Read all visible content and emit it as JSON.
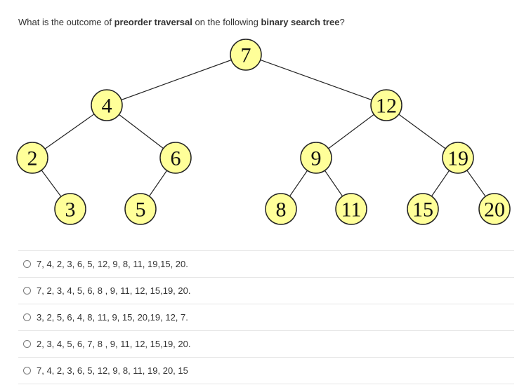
{
  "question": {
    "prefix": "What is the outcome of ",
    "bold1": "preorder traversal",
    "middle": " on the following ",
    "bold2": "binary search tree",
    "suffix": "?"
  },
  "tree": {
    "nodes": {
      "n7": "7",
      "n4": "4",
      "n12": "12",
      "n2": "2",
      "n6": "6",
      "n9": "9",
      "n19": "19",
      "n3": "3",
      "n5": "5",
      "n8": "8",
      "n11": "11",
      "n15": "15",
      "n20": "20"
    }
  },
  "options": [
    {
      "label": "7, 4, 2, 3, 6, 5, 12, 9, 8, 11, 19,15, 20."
    },
    {
      "label": "7, 2, 3, 4, 5, 6, 8 , 9, 11, 12, 15,19, 20."
    },
    {
      "label": "3, 2, 5, 6, 4, 8, 11, 9, 15, 20,19, 12, 7."
    },
    {
      "label": "2, 3, 4, 5, 6, 7, 8 , 9, 11, 12, 15,19, 20."
    },
    {
      "label": "7, 4, 2, 3, 6, 5, 12, 9, 8, 11, 19, 20, 15"
    }
  ]
}
